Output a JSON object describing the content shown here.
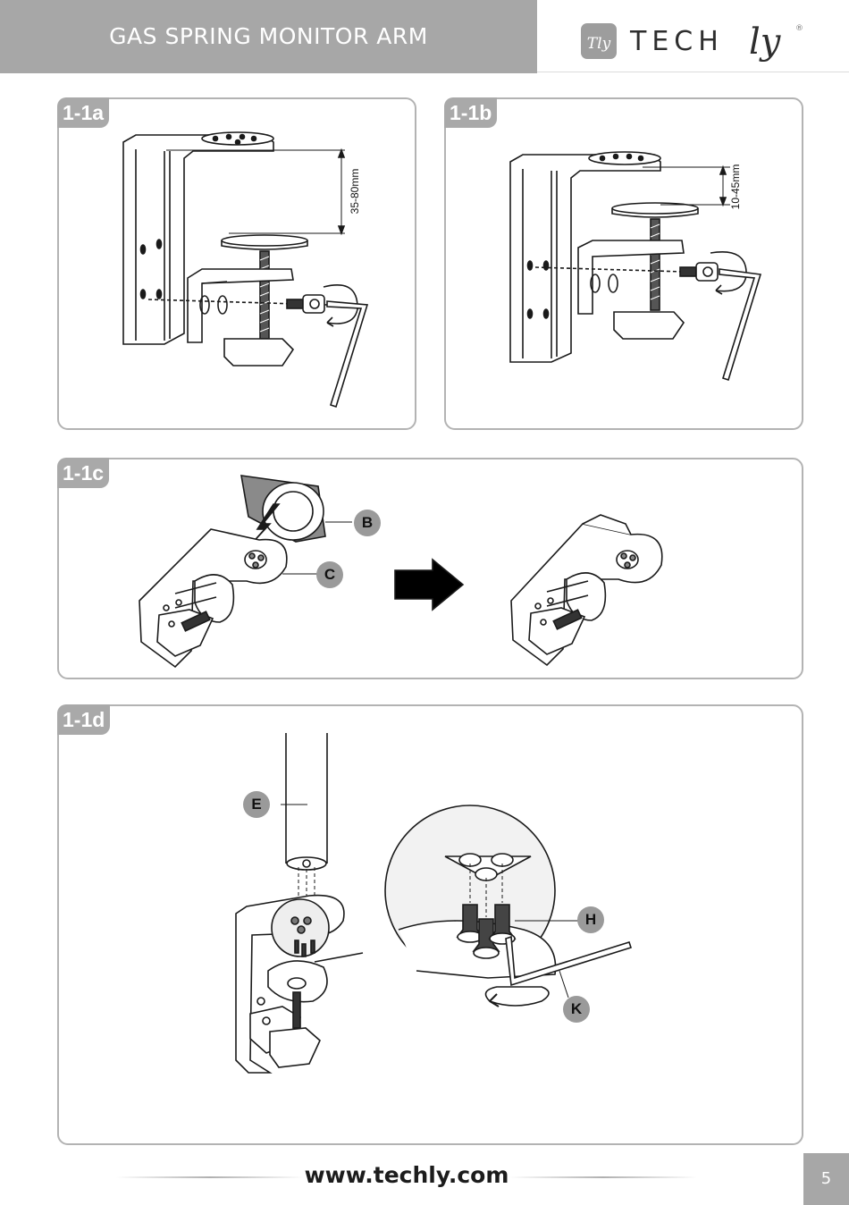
{
  "header": {
    "title": "GAS SPRING MONITOR ARM"
  },
  "logo": {
    "mark": "Tly",
    "word": "TECH",
    "script": "ly",
    "registered": "®"
  },
  "panels": [
    {
      "label": "1-1a",
      "dimension": "35-80mm"
    },
    {
      "label": "1-1b",
      "dimension": "10-45mm"
    },
    {
      "label": "1-1c",
      "callouts": [
        "B",
        "C"
      ]
    },
    {
      "label": "1-1d",
      "callouts": [
        "E",
        "H",
        "K"
      ]
    }
  ],
  "footer": {
    "url": "www.techly.com",
    "page": "5"
  }
}
